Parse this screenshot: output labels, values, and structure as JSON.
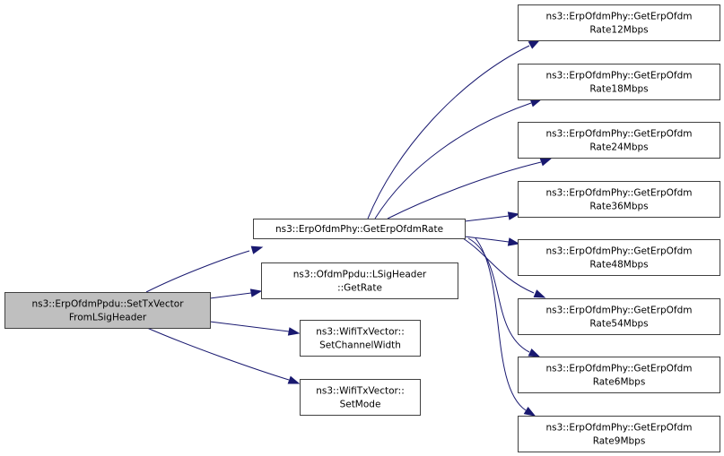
{
  "graph": {
    "type": "call-graph",
    "colors": {
      "edge": "#191970",
      "root_fill": "#bfbfbf",
      "node_fill": "#ffffff",
      "node_border": "#404040"
    },
    "nodes": [
      {
        "id": "root",
        "lines": [
          "ns3::ErpOfdmPpdu::SetTxVector",
          "FromLSigHeader"
        ],
        "root": true
      },
      {
        "id": "getErpOfdmRate",
        "lines": [
          "ns3::ErpOfdmPhy::GetErpOfdmRate"
        ]
      },
      {
        "id": "lsigGetRate",
        "lines": [
          "ns3::OfdmPpdu::LSigHeader",
          "::GetRate"
        ]
      },
      {
        "id": "setChannelWidth",
        "lines": [
          "ns3::WifiTxVector::",
          "SetChannelWidth"
        ]
      },
      {
        "id": "setMode",
        "lines": [
          "ns3::WifiTxVector::",
          "SetMode"
        ]
      },
      {
        "id": "rate12",
        "lines": [
          "ns3::ErpOfdmPhy::GetErpOfdm",
          "Rate12Mbps"
        ]
      },
      {
        "id": "rate18",
        "lines": [
          "ns3::ErpOfdmPhy::GetErpOfdm",
          "Rate18Mbps"
        ]
      },
      {
        "id": "rate24",
        "lines": [
          "ns3::ErpOfdmPhy::GetErpOfdm",
          "Rate24Mbps"
        ]
      },
      {
        "id": "rate36",
        "lines": [
          "ns3::ErpOfdmPhy::GetErpOfdm",
          "Rate36Mbps"
        ]
      },
      {
        "id": "rate48",
        "lines": [
          "ns3::ErpOfdmPhy::GetErpOfdm",
          "Rate48Mbps"
        ]
      },
      {
        "id": "rate54",
        "lines": [
          "ns3::ErpOfdmPhy::GetErpOfdm",
          "Rate54Mbps"
        ]
      },
      {
        "id": "rate6",
        "lines": [
          "ns3::ErpOfdmPhy::GetErpOfdm",
          "Rate6Mbps"
        ]
      },
      {
        "id": "rate9",
        "lines": [
          "ns3::ErpOfdmPhy::GetErpOfdm",
          "Rate9Mbps"
        ]
      }
    ],
    "edges": [
      {
        "from": "root",
        "to": "getErpOfdmRate"
      },
      {
        "from": "root",
        "to": "lsigGetRate"
      },
      {
        "from": "root",
        "to": "setChannelWidth"
      },
      {
        "from": "root",
        "to": "setMode"
      },
      {
        "from": "getErpOfdmRate",
        "to": "rate12"
      },
      {
        "from": "getErpOfdmRate",
        "to": "rate18"
      },
      {
        "from": "getErpOfdmRate",
        "to": "rate24"
      },
      {
        "from": "getErpOfdmRate",
        "to": "rate36"
      },
      {
        "from": "getErpOfdmRate",
        "to": "rate48"
      },
      {
        "from": "getErpOfdmRate",
        "to": "rate54"
      },
      {
        "from": "getErpOfdmRate",
        "to": "rate6"
      },
      {
        "from": "getErpOfdmRate",
        "to": "rate9"
      }
    ]
  }
}
